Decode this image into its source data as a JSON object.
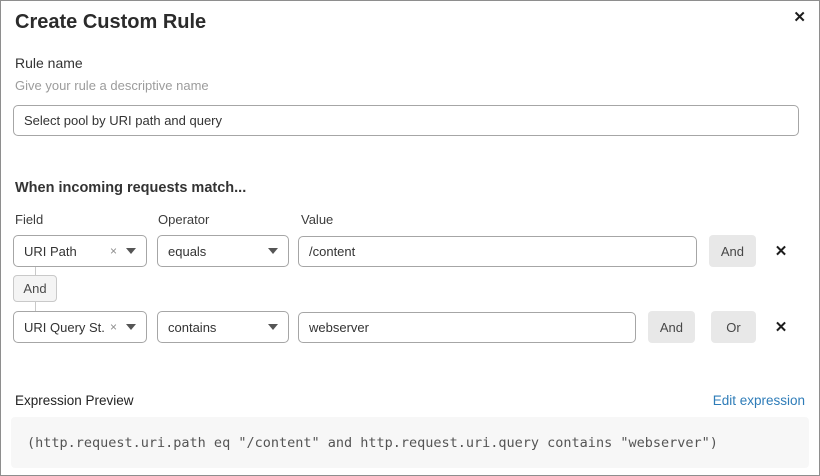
{
  "modal": {
    "title": "Create Custom Rule",
    "close_icon": "✕"
  },
  "rule_name": {
    "label": "Rule name",
    "hint": "Give your rule a descriptive name",
    "value": "Select pool by URI path and query"
  },
  "match": {
    "heading": "When incoming requests match...",
    "columns": {
      "field": "Field",
      "operator": "Operator",
      "value": "Value"
    },
    "connector_label": "And",
    "rows": [
      {
        "field": "URI Path",
        "clear_icon": "×",
        "operator": "equals",
        "value": "/content",
        "and_label": "And",
        "remove_icon": "✕"
      },
      {
        "field": "URI Query St...",
        "clear_icon": "×",
        "operator": "contains",
        "value": "webserver",
        "and_label": "And",
        "or_label": "Or",
        "remove_icon": "✕"
      }
    ]
  },
  "expression": {
    "label": "Expression Preview",
    "edit_link": "Edit expression",
    "code": "(http.request.uri.path eq \"/content\" and http.request.uri.query contains \"webserver\")"
  },
  "colors": {
    "link_blue": "#2e7cb8",
    "button_bg": "#e8e8e8",
    "input_border": "#a6a6a6",
    "code_bg": "#f7f7f7"
  }
}
